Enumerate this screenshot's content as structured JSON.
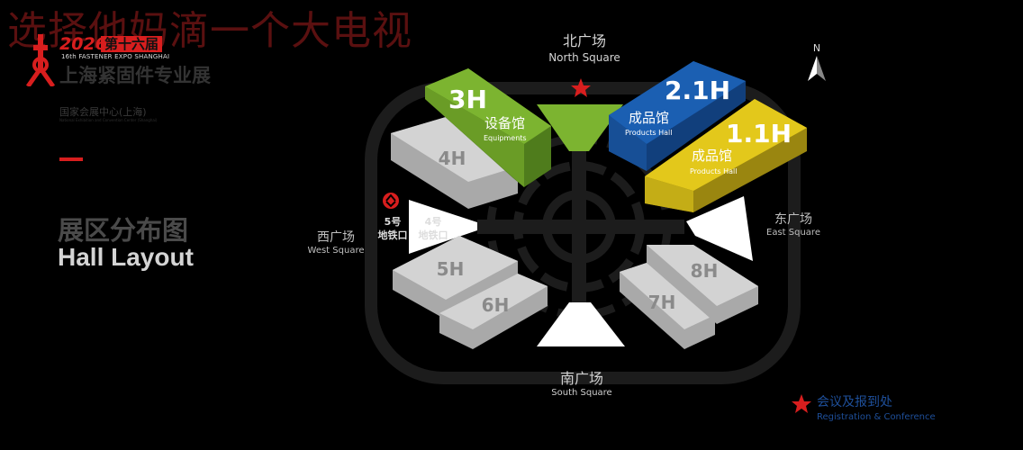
{
  "watermark": "选择他妈滴一个大电视",
  "logo": {
    "year": "2026",
    "edition": "第十六届",
    "subtitle": "16th FASTENER EXPO SHANGHAI",
    "name_cn": "上海紧固件专业展"
  },
  "venue": {
    "name_cn": "国家会展中心(上海)",
    "name_en": "National Exhibition and Convention Center (Shanghai)"
  },
  "section": {
    "title_cn": "展区分布图",
    "title_en": "Hall Layout"
  },
  "compass": {
    "label": "N"
  },
  "squares": {
    "north": {
      "cn": "北广场",
      "en": "North Square"
    },
    "south": {
      "cn": "南广场",
      "en": "South Square"
    },
    "east": {
      "cn": "东广场",
      "en": "East Square"
    },
    "west": {
      "cn": "西广场",
      "en": "West Square"
    }
  },
  "metro": {
    "line5": {
      "line1": "5号",
      "line2": "地铁口"
    },
    "line4": {
      "line1": "4号",
      "line2": "地铁口"
    }
  },
  "halls": {
    "h3": {
      "number": "3H",
      "cn": "设备馆",
      "en": "Equipments",
      "color": "#7cb430"
    },
    "h21": {
      "number": "2.1H",
      "cn": "成品馆",
      "en": "Products Hall",
      "color": "#1b5fb2"
    },
    "h11": {
      "number": "1.1H",
      "cn": "成品馆",
      "en": "Products Hall",
      "color": "#e3c81b"
    },
    "h4": {
      "number": "4H"
    },
    "h5": {
      "number": "5H"
    },
    "h6": {
      "number": "6H"
    },
    "h7": {
      "number": "7H"
    },
    "h8": {
      "number": "8H"
    }
  },
  "legend": {
    "cn": "会议及报到处",
    "en": "Registration & Conference",
    "color": "#d81e1e"
  }
}
